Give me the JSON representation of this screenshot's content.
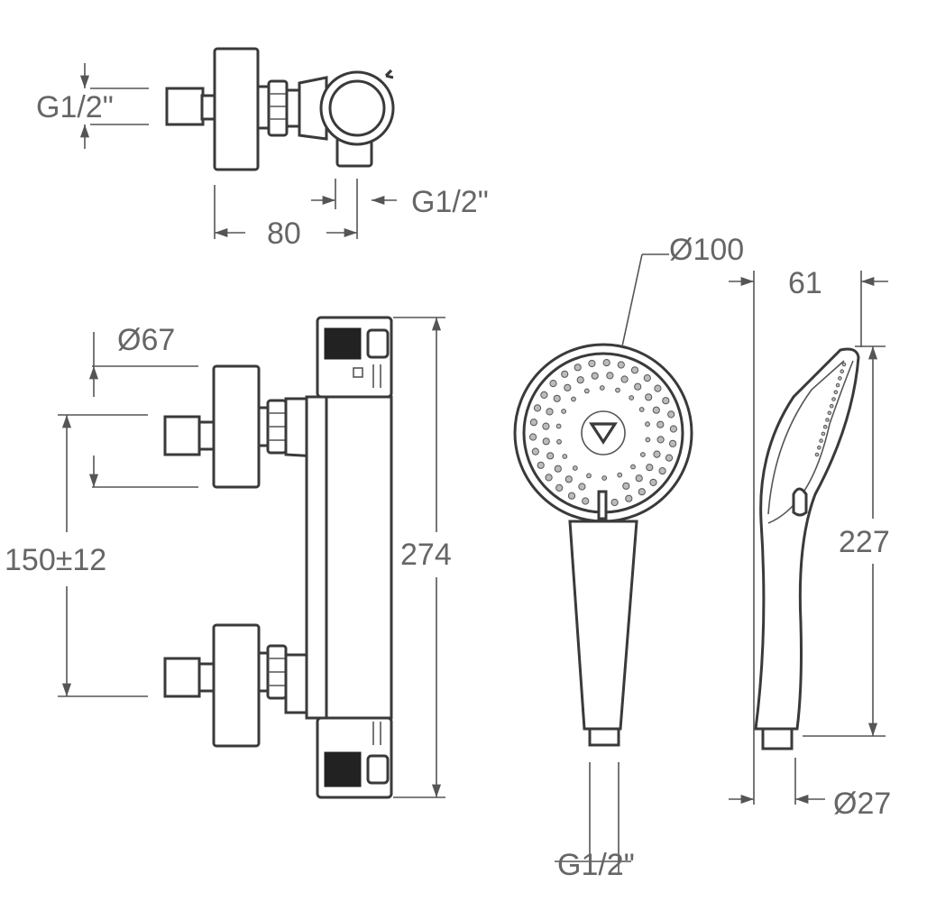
{
  "dimensions": {
    "top_inlet_thread": "G1/2\"",
    "top_outlet_thread": "G1/2\"",
    "top_width": "80",
    "escutcheon_diameter": "Ø67",
    "inlet_spacing": "150±12",
    "mixer_length": "274",
    "head_diameter": "Ø100",
    "handshower_thread": "G1/2\"",
    "handshower_side_width": "61",
    "handshower_length": "227",
    "handle_end_diameter": "Ø27"
  },
  "colors": {
    "line": "#3a3a3a",
    "dimension_text": "#666666",
    "background": "#ffffff"
  }
}
